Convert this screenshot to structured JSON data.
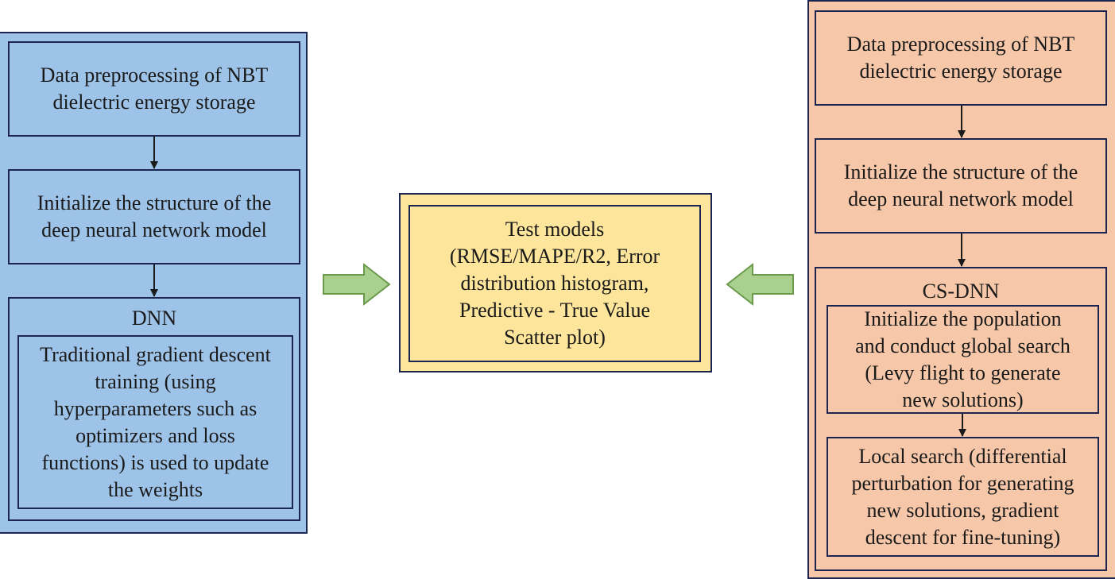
{
  "left_panel": {
    "step1": "Data preprocessing of NBT\ndielectric energy storage",
    "step2": "Initialize the structure of the\ndeep neural network model",
    "dnn": {
      "title": "DNN",
      "body": "Traditional gradient descent\ntraining (using\nhyperparameters such as\noptimizers and loss\nfunctions) is used to update\nthe weights"
    }
  },
  "center": {
    "test_models": "Test models\n(RMSE/MAPE/R2, Error\ndistribution histogram,\nPredictive - True Value\nScatter plot)"
  },
  "right_panel": {
    "step1": "Data preprocessing of NBT\ndielectric energy storage",
    "step2": "Initialize the structure of the\ndeep neural network model",
    "csdnn": {
      "title": "CS-DNN",
      "global_search": "Initialize the population\nand conduct global search\n(Levy flight to generate\nnew solutions)",
      "local_search": "Local search (differential\nperturbation for generating\nnew solutions, gradient\ndescent for fine-tuning)"
    }
  },
  "colors": {
    "left_fill": "#9ec3e8",
    "right_fill": "#f6c7a8",
    "center_fill": "#fde59b",
    "border": "#1b2550",
    "arrow_fill": "#a9d08e",
    "arrow_stroke": "#6a9a4a"
  }
}
